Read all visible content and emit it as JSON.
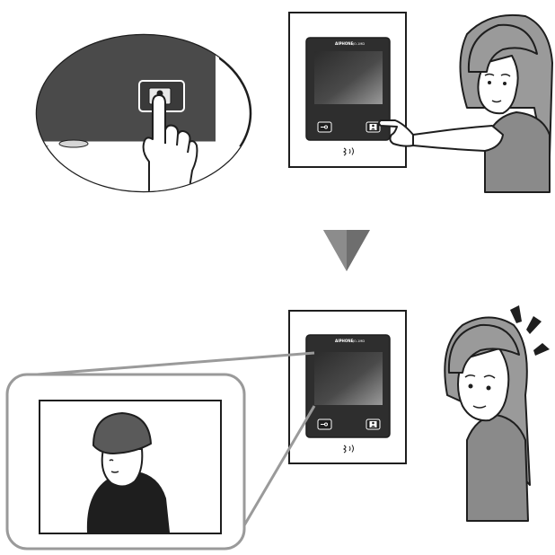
{
  "monitor": {
    "brand_text": "AIPHONE",
    "model_text": "JO-1MD",
    "door_release_icon": "key-icon",
    "monitor_button_icon": "person-icon",
    "speaker_icon": "voice-waves-icon"
  },
  "colors": {
    "ink": "#1e1e1e",
    "screen_dark": "#3a3a3a",
    "panel_dark": "#2e2e2e",
    "hair_gray": "#9a9a9a",
    "shirt_gray": "#8a8a8a",
    "callout_gray": "#9a9a9a",
    "arrow_gray": "#6e6e6e"
  },
  "steps": [
    {
      "id": "press-monitor-button"
    },
    {
      "id": "view-outside-image"
    }
  ]
}
